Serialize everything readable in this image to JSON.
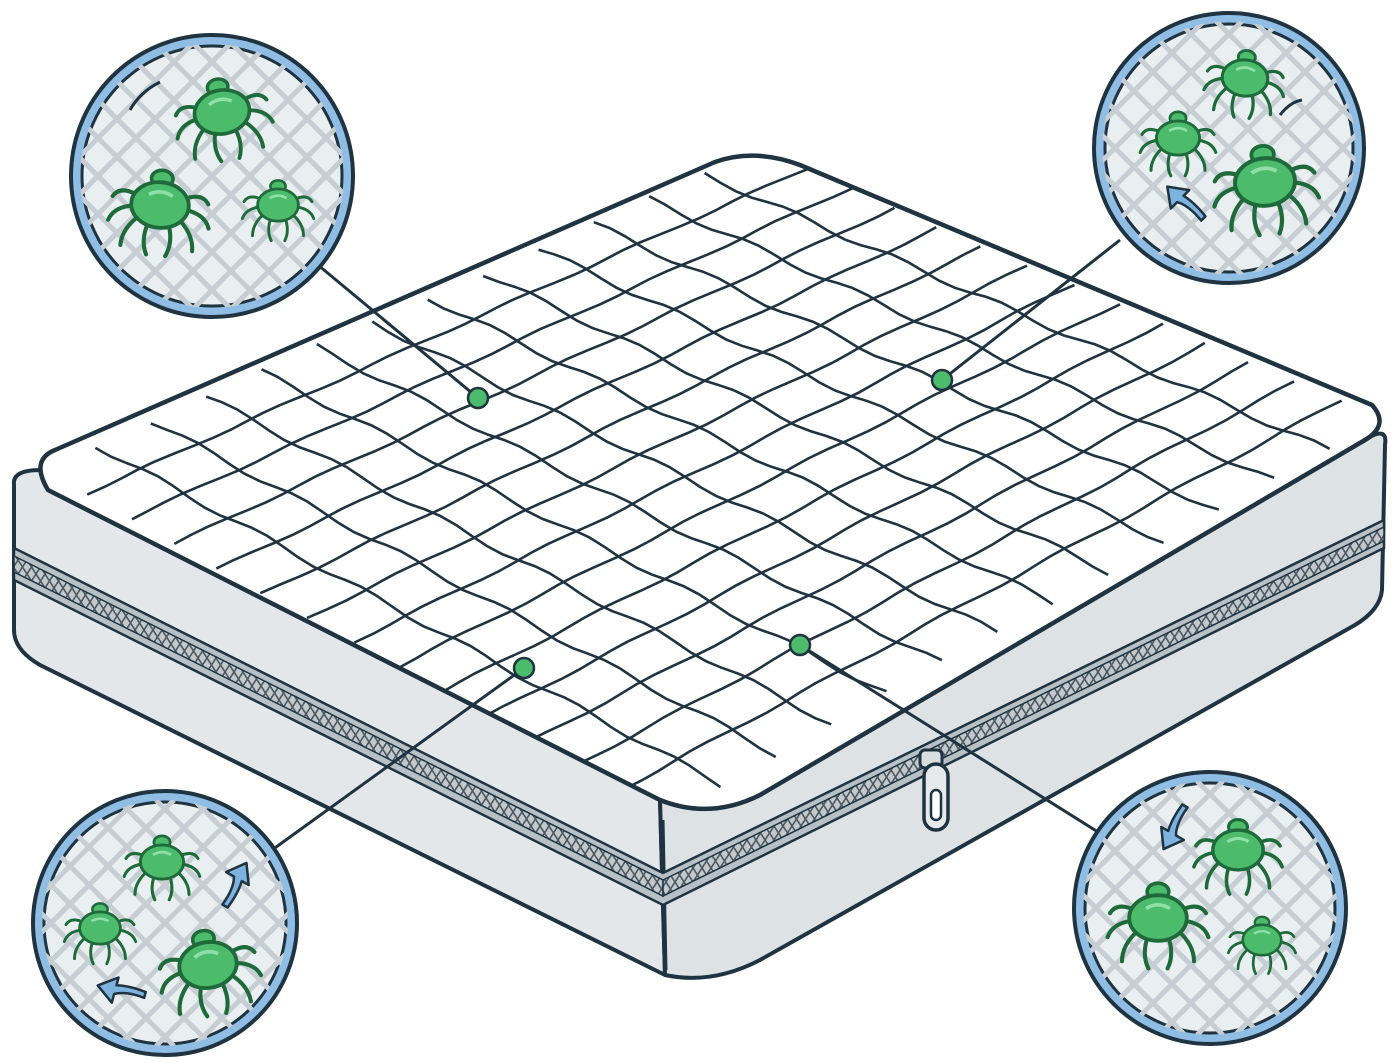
{
  "colors": {
    "background": "#ffffff",
    "outline": "#1f3340",
    "mattress_side": "#e4e8ea",
    "mattress_side_shadow": "#c9d0d4",
    "zipper_tape": "#b9c1c6",
    "zipper_teeth": "#5b6770",
    "mite_green": "#4cbb6c",
    "mite_dark": "#1e6a3a",
    "lens_ring": "#8fbde3",
    "lens_fill": "#e7ecef",
    "arrow_blue": "#7fb3df",
    "leader_dot": "#4cbb6c"
  },
  "callouts": [
    {
      "id": "top-left",
      "arrow": "none"
    },
    {
      "id": "top-right",
      "arrow": "up-left"
    },
    {
      "id": "bottom-left",
      "arrow": "up-right"
    },
    {
      "id": "bottom-right",
      "arrow": "down-left"
    }
  ],
  "icons": [
    "dust-mite-icon",
    "movement-arrow-icon",
    "zipper-pull-icon"
  ]
}
